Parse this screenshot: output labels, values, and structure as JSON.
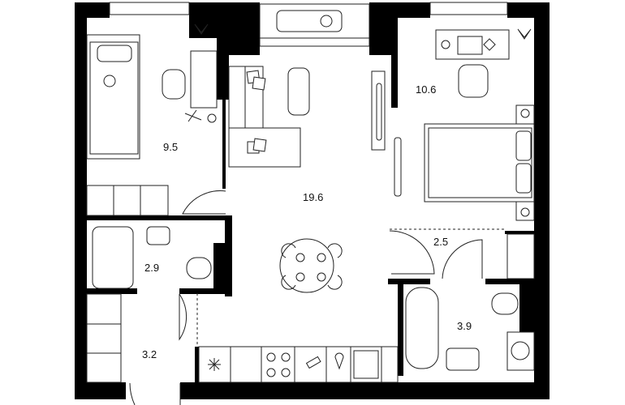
{
  "plan": {
    "rooms": [
      {
        "name": "bedroom-left",
        "area": "9.5"
      },
      {
        "name": "living-kitchen",
        "area": "19.6"
      },
      {
        "name": "bedroom-right",
        "area": "10.6"
      },
      {
        "name": "hall-right",
        "area": "2.5"
      },
      {
        "name": "bathroom-left",
        "area": "2.9"
      },
      {
        "name": "bathroom-right",
        "area": "3.9"
      },
      {
        "name": "entrance-hall",
        "area": "3.2"
      }
    ]
  }
}
